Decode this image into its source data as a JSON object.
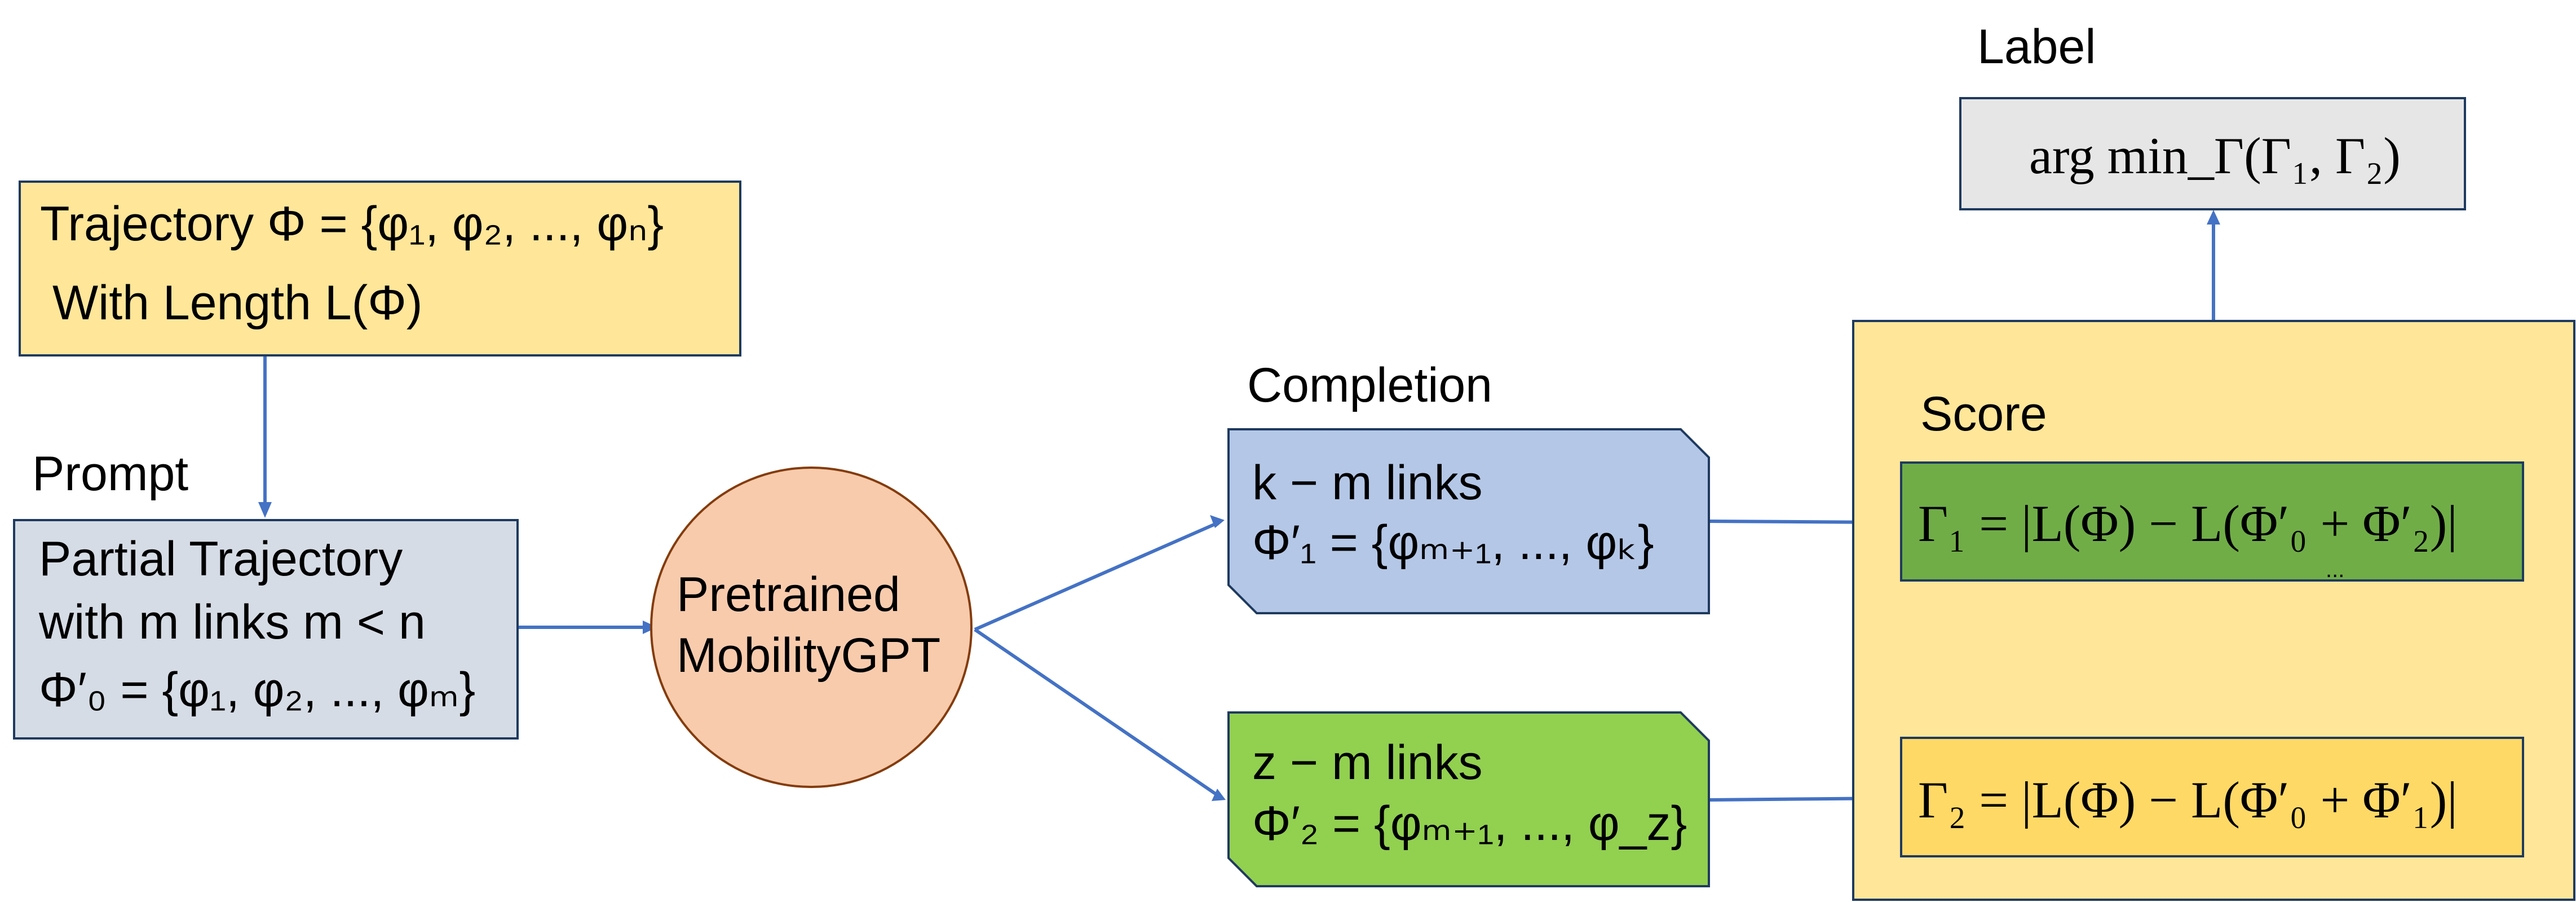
{
  "trajectory": {
    "line1": "Trajectory Φ = {φ₁, φ₂, ..., φₙ}",
    "line2": "With Length L(Φ)"
  },
  "prompt": {
    "label": "Prompt",
    "line1": "Partial Trajectory",
    "line2": "with m links m < n",
    "line3": "Φ′₀ = {φ₁, φ₂, ..., φₘ}"
  },
  "model": {
    "line1": "Pretrained",
    "line2": "MobilityGPT"
  },
  "completion": {
    "label": "Completion",
    "c1_line1": "k − m links",
    "c1_line2": "Φ′₁ = {φₘ₊₁, ..., φₖ}",
    "c2_line1": "z − m links",
    "c2_line2": "Φ′₂ = {φₘ₊₁, ..., φ_z}"
  },
  "score": {
    "label": "Score",
    "gamma1": "Γ₁ = |L(Φ) − L(Φ′₀ + Φ′₂)|",
    "ellipsis": "...",
    "gamma2": "Γ₂ = |L(Φ) − L(Φ′₀ + Φ′₁)|"
  },
  "result": {
    "label": "Label",
    "formula": "arg min_Γ(Γ₁, Γ₂)"
  },
  "colors": {
    "arrow": "#4472c4",
    "trajectory_fill": "#ffe699",
    "prompt_fill": "#d6dce5",
    "model_fill": "#f8cbad",
    "completion1_fill": "#b4c7e7",
    "completion2_fill": "#92d050",
    "score_panel_fill": "#ffe699",
    "gamma1_fill": "#70ad47",
    "gamma2_fill": "#ffd966",
    "label_fill": "#e7e6e6"
  }
}
